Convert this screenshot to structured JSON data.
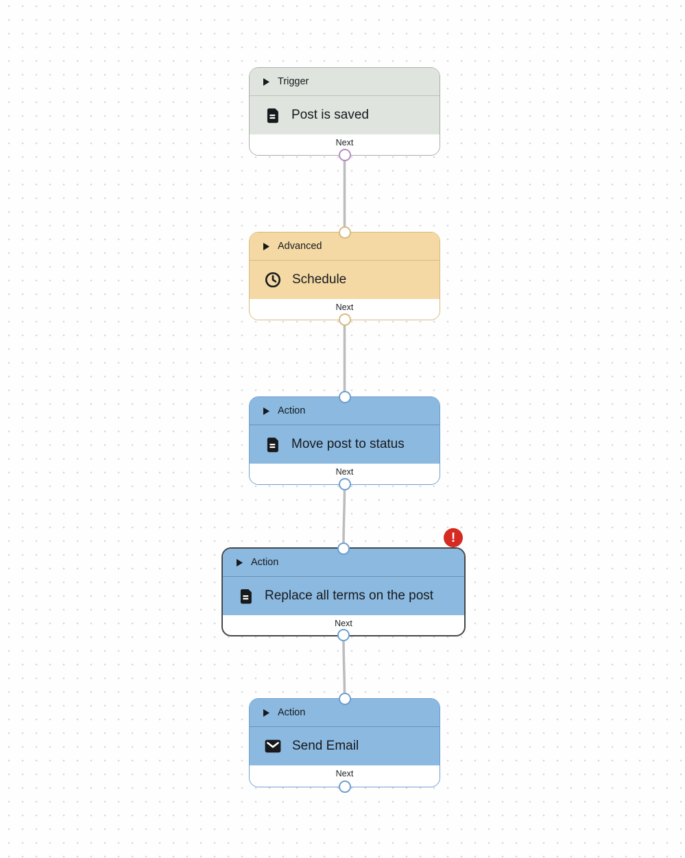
{
  "canvas": {
    "background_color": "#fefefe",
    "dot_color": "#d8d8d8",
    "connector_color": "#bcbcbe"
  },
  "error_badge": {
    "symbol": "!",
    "color": "#d62b22"
  },
  "nodes": [
    {
      "category": "Trigger",
      "title": "Post is saved",
      "footer_label": "Next",
      "icon": "document-icon",
      "colors": {
        "fill": "#dfe5de",
        "border": "#a8aea7",
        "port": "#b48dbf"
      },
      "has_input_port": false,
      "has_output_port": true,
      "selected": false,
      "error": false
    },
    {
      "category": "Advanced",
      "title": "Schedule",
      "footer_label": "Next",
      "icon": "clock-icon",
      "colors": {
        "fill": "#f4d9a4",
        "border": "#d6ba82",
        "port": "#d6ba82"
      },
      "has_input_port": true,
      "has_output_port": true,
      "selected": false,
      "error": false
    },
    {
      "category": "Action",
      "title": "Move post to status",
      "footer_label": "Next",
      "icon": "document-icon",
      "colors": {
        "fill": "#8bb9e0",
        "border": "#6d9ecf",
        "port": "#6d9ecf"
      },
      "has_input_port": true,
      "has_output_port": true,
      "selected": false,
      "error": false
    },
    {
      "category": "Action",
      "title": "Replace all terms on the post",
      "footer_label": "Next",
      "icon": "document-icon",
      "colors": {
        "fill": "#8bb9e0",
        "border": "#44474a",
        "port": "#6d9ecf"
      },
      "has_input_port": true,
      "has_output_port": true,
      "selected": true,
      "error": true
    },
    {
      "category": "Action",
      "title": "Send Email",
      "footer_label": "Next",
      "icon": "envelope-icon",
      "colors": {
        "fill": "#8bb9e0",
        "border": "#6d9ecf",
        "port": "#6d9ecf"
      },
      "has_input_port": true,
      "has_output_port": true,
      "selected": false,
      "error": false
    }
  ]
}
